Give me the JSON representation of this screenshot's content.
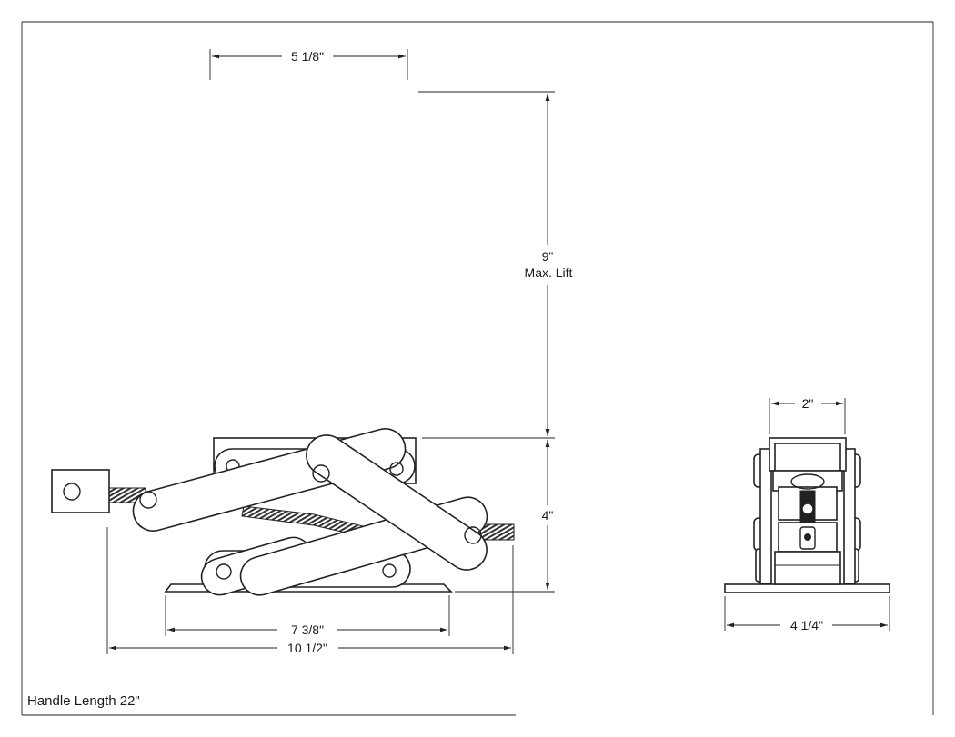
{
  "dimensions": {
    "top_width": "5 1/8\"",
    "max_lift_value": "9\"",
    "max_lift_label": "Max. Lift",
    "collapsed_height": "4\"",
    "base_length": "7 3/8\"",
    "overall_length": "10 1/2\"",
    "end_view_top_width": "2\"",
    "end_view_base_width": "4 1/4\""
  },
  "notes": {
    "handle_length": "Handle Length 22\""
  },
  "colors": {
    "line": "#222222",
    "background": "#ffffff",
    "thread": "#333333"
  }
}
